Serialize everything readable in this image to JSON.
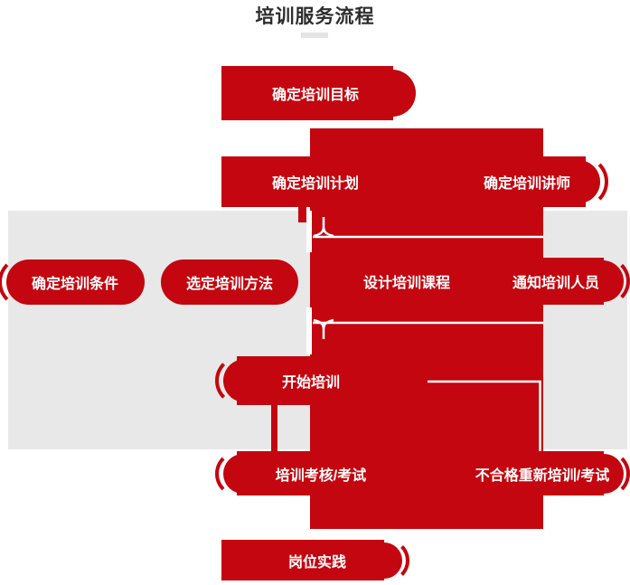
{
  "title": "培训服务流程",
  "colors": {
    "node_red": "#c3060f",
    "background_band_gray": "#e9e8e8",
    "title_divider_gray": "#e4e4e4",
    "title_text": "#2d2d2d",
    "node_text": "#ffffff"
  },
  "nodes": [
    {
      "id": "goal",
      "label": "确定培训目标"
    },
    {
      "id": "plan",
      "label": "确定培训计划"
    },
    {
      "id": "lecturer",
      "label": "确定培训讲师"
    },
    {
      "id": "condition",
      "label": "确定培训条件"
    },
    {
      "id": "method",
      "label": "选定培训方法"
    },
    {
      "id": "course",
      "label": "设计培训课程"
    },
    {
      "id": "notify",
      "label": "通知培训人员"
    },
    {
      "id": "start",
      "label": "开始培训"
    },
    {
      "id": "exam",
      "label": "培训考核/考试"
    },
    {
      "id": "retrain",
      "label": "不合格重新培训/考试"
    },
    {
      "id": "practice",
      "label": "岗位实践"
    }
  ]
}
